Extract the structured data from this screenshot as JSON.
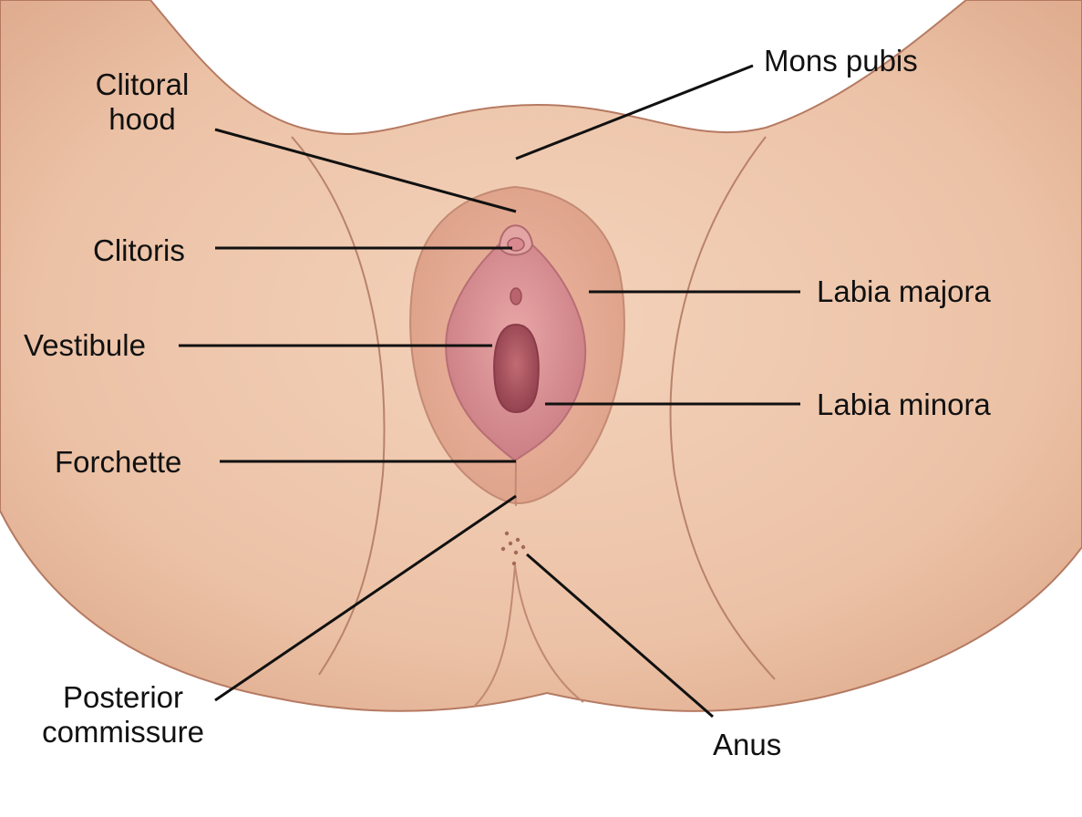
{
  "colors": {
    "skin": "#efc8ad",
    "skin_shadow": "#d9a487",
    "outline": "#b57a62",
    "inner_pink": "#d98f94",
    "inner_dark": "#9e4b57",
    "leader_line": "#111111",
    "text": "#111111"
  },
  "labels": {
    "clitoral_hood": [
      "Clitoral",
      "hood"
    ],
    "clitoris": "Clitoris",
    "vestibule": "Vestibule",
    "forchette": "Forchette",
    "posterior_commissure": [
      "Posterior",
      "commissure"
    ],
    "mons_pubis": "Mons pubis",
    "labia_majora": "Labia majora",
    "labia_minora": "Labia minora",
    "anus": "Anus"
  }
}
